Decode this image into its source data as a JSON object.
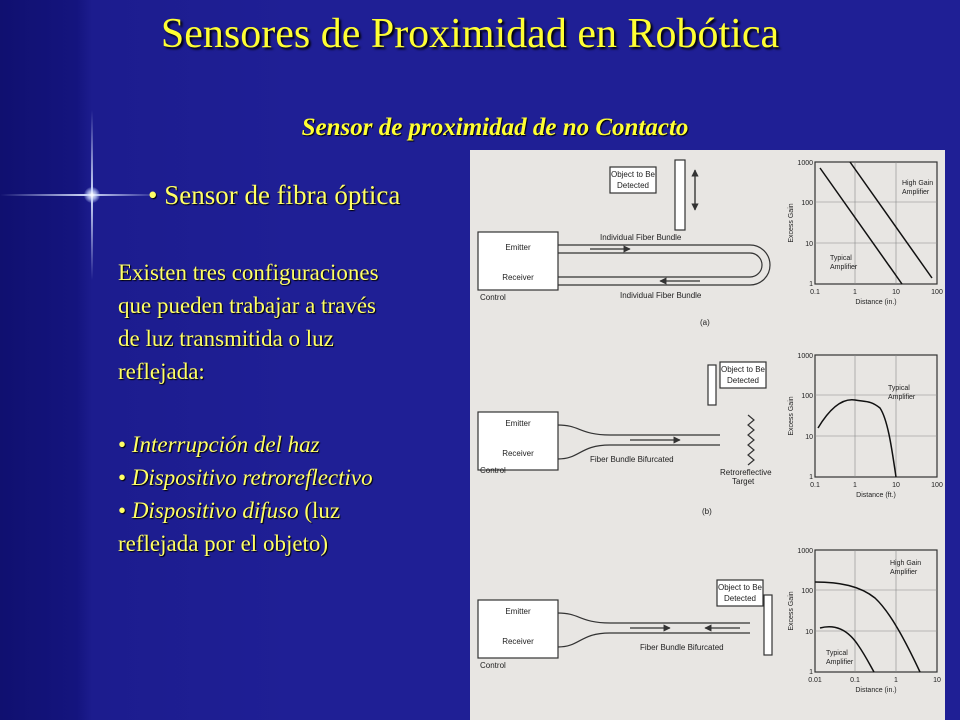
{
  "slide": {
    "title": "Sensores de Proximidad en Robótica",
    "subtitle": "Sensor de proximidad de no Contacto",
    "main_bullet": "• Sensor de fibra óptica",
    "description": [
      "Existen tres configuraciones",
      "que pueden trabajar a través",
      "de luz transmitida o luz",
      "reflejada:"
    ],
    "items": [
      {
        "bullet": "• ",
        "italic": "Interrupción del haz",
        "rest": ""
      },
      {
        "bullet": "• ",
        "italic": "Dispositivo retroreflectivo",
        "rest": ""
      },
      {
        "bullet": "• ",
        "italic": "Dispositivo difuso",
        "rest": " (luz"
      }
    ],
    "item_continuation": "reflejada por el objeto)",
    "colors": {
      "title": "#ffff33",
      "text": "#ffff66",
      "background": "#1f1f95"
    }
  },
  "figure": {
    "a": {
      "object": [
        "Object to Be",
        "Detected"
      ],
      "emitter": "Emitter",
      "receiver": "Receiver",
      "control": "Control",
      "bundle_top": "Individual Fiber Bundle",
      "bundle_bottom": "Individual Fiber Bundle",
      "caption": "(a)",
      "ylabel": "Excess Gain",
      "xlabel": "Distance (in.)",
      "yticks": [
        "1000",
        "100",
        "10",
        "1"
      ],
      "xticks": [
        "0.1",
        "1",
        "10",
        "100"
      ],
      "label_high": [
        "High Gain",
        "Amplifier"
      ],
      "label_typical": [
        "Typical",
        "Amplifier"
      ]
    },
    "b": {
      "object": [
        "Object to Be",
        "Detected"
      ],
      "emitter": "Emitter",
      "receiver": "Receiver",
      "control": "Control",
      "bundle": "Fiber Bundle Bifurcated",
      "target": [
        "Retroreflective",
        "Target"
      ],
      "caption": "(b)",
      "ylabel": "Excess Gain",
      "xlabel": "Distance (ft.)",
      "yticks": [
        "1000",
        "100",
        "10",
        "1"
      ],
      "xticks": [
        "0.1",
        "1",
        "10",
        "100"
      ],
      "label_typical": [
        "Typical",
        "Amplifier"
      ]
    },
    "c": {
      "object": [
        "Object to Be",
        "Detected"
      ],
      "emitter": "Emitter",
      "receiver": "Receiver",
      "control": "Control",
      "bundle": "Fiber Bundle Bifurcated",
      "ylabel": "Excess Gain",
      "xlabel": "Distance (in.)",
      "yticks": [
        "1000",
        "100",
        "10",
        "1"
      ],
      "xticks": [
        "0.01",
        "0.1",
        "1",
        "10"
      ],
      "label_high": [
        "High Gain",
        "Amplifier"
      ],
      "label_typical": [
        "Typical",
        "Amplifier"
      ]
    }
  }
}
